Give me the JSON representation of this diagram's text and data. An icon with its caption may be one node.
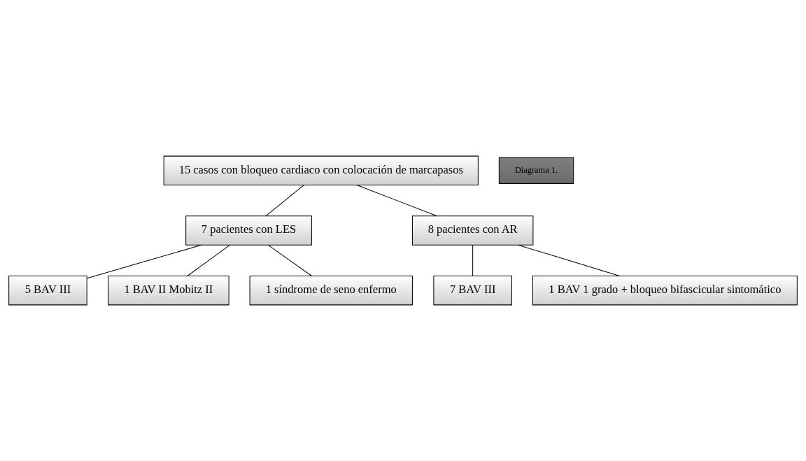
{
  "diagram": {
    "nodes": [
      {
        "text": [
          "15 casos con bloqueo cardiaco con colocación de marcapasos"
        ]
      },
      {
        "text": [
          "7 pacientes con LES"
        ]
      },
      {
        "text": [
          "8 pacientes con AR"
        ]
      },
      {
        "text": [
          "5 BAV III"
        ]
      },
      {
        "text": [
          "1 BAV II Mobitz II"
        ]
      },
      {
        "text": [
          "1 síndrome de seno enfermo"
        ]
      },
      {
        "text": [
          "7 BAV III"
        ]
      },
      {
        "text": [
          "1 BAV 1 grado + bloqueo bifascicular sintomático"
        ]
      },
      {
        "text": [
          "Diagrama 1."
        ]
      }
    ],
    "edges": [
      {
        "from": 0,
        "to": 1,
        "arrow": "none"
      },
      {
        "from": 0,
        "to": 2,
        "arrow": "none"
      },
      {
        "from": 1,
        "to": 3,
        "arrow": "none"
      },
      {
        "from": 1,
        "to": 4,
        "arrow": "none"
      },
      {
        "from": 1,
        "to": 5,
        "arrow": "none"
      },
      {
        "from": 2,
        "to": 6,
        "arrow": "none"
      },
      {
        "from": 2,
        "to": 7,
        "arrow": "none"
      }
    ]
  }
}
